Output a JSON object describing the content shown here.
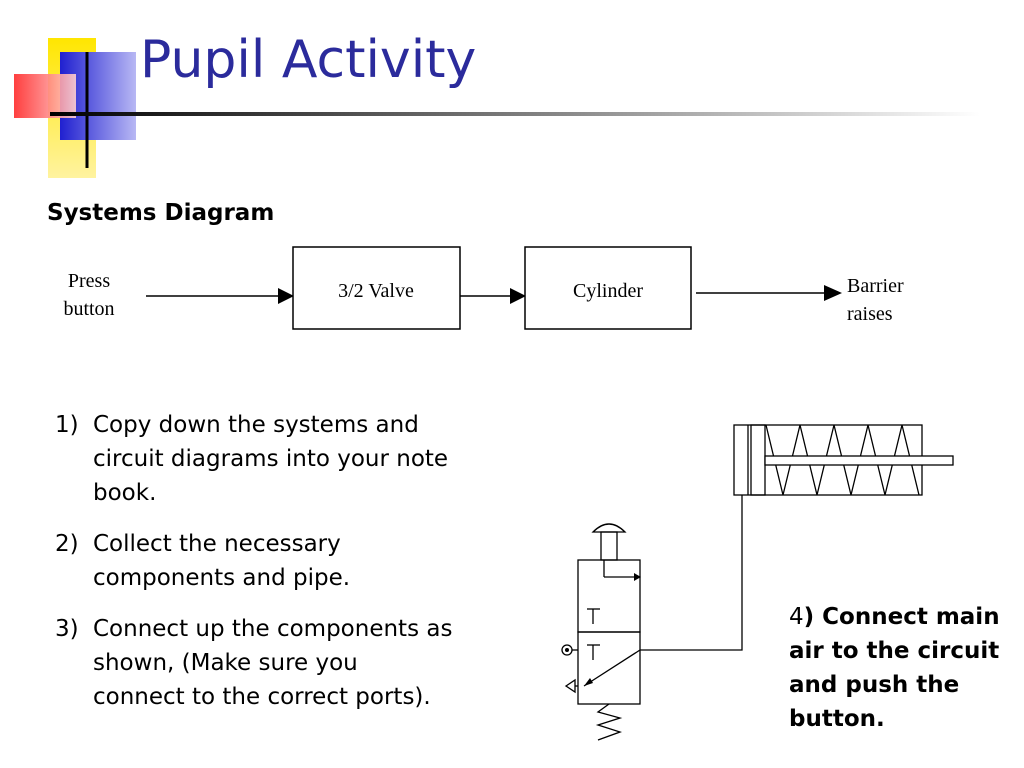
{
  "slide": {
    "title": "Pupil Activity",
    "subtitle": "Systems Diagram"
  },
  "systems_diagram": {
    "input_line1": "Press",
    "input_line2": "button",
    "block1": "3/2 Valve",
    "block2": "Cylinder",
    "output_line1": "Barrier",
    "output_line2": "raises"
  },
  "instructions": [
    {
      "num": "1)",
      "text": "Copy down the systems and circuit diagrams into your note book."
    },
    {
      "num": "2)",
      "text": "Collect the necessary components and pipe."
    },
    {
      "num": "3)",
      "text": "Connect up the components as shown, (Make sure you connect to the correct ports)."
    }
  ],
  "step4": {
    "num": "4",
    "text": ") Connect main air to the circuit and push the button."
  },
  "colors": {
    "title": "#2b2b9c",
    "deco_yellow": "#ffd400",
    "deco_blue": "#2d2dd6",
    "deco_red": "#ff3030"
  }
}
